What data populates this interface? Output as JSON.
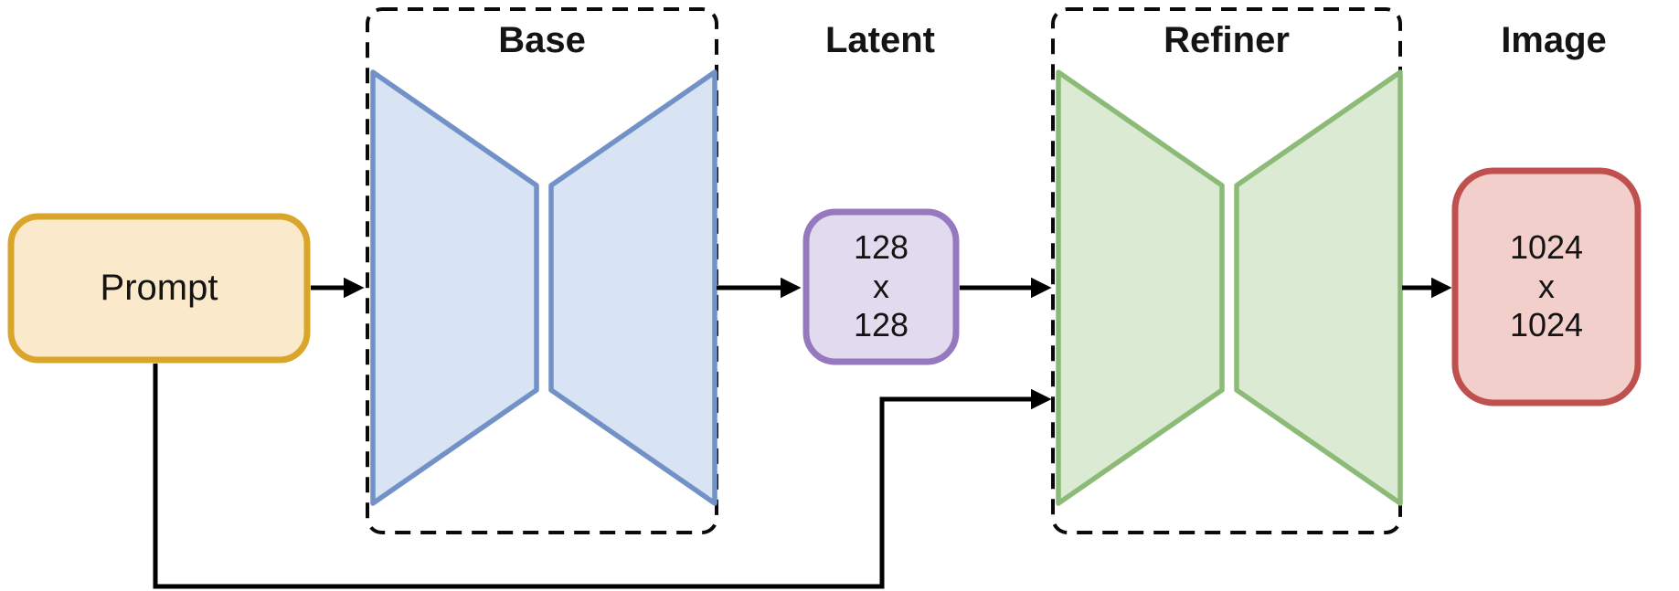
{
  "nodes": {
    "prompt": {
      "label": "Prompt"
    },
    "base": {
      "label": "Base"
    },
    "latent": {
      "label": "Latent",
      "lines": [
        "128",
        "x",
        "128"
      ]
    },
    "refiner": {
      "label": "Refiner"
    },
    "image": {
      "label": "Image",
      "lines": [
        "1024",
        "x",
        "1024"
      ]
    }
  },
  "colors": {
    "prompt_fill": "#FBE9CB",
    "prompt_border": "#D9A62B",
    "base_fill": "#D8E3F3",
    "base_border": "#7191C7",
    "latent_fill": "#E2DAEE",
    "latent_border": "#9678BE",
    "refiner_fill": "#DBEAD3",
    "refiner_border": "#8CBB77",
    "image_fill": "#F2CFCB",
    "image_border": "#BF504D",
    "dashed_box": "#0A0A0A",
    "line": "#000000"
  }
}
